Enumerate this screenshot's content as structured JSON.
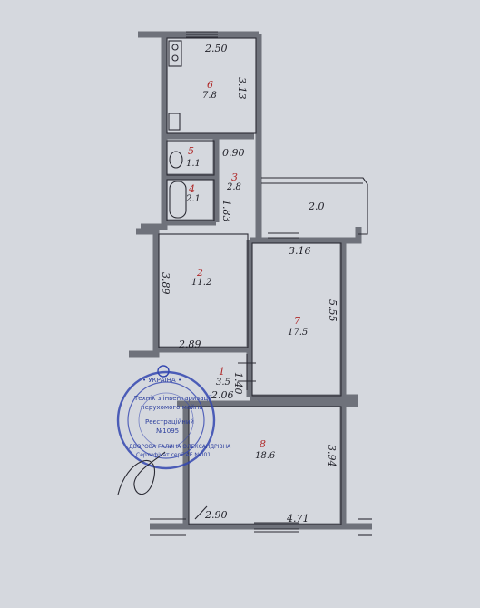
{
  "rooms": [
    {
      "num": "6",
      "area": "7.8"
    },
    {
      "num": "5",
      "area": "1.1"
    },
    {
      "num": "4",
      "area": "2.1"
    },
    {
      "num": "3",
      "area": "2.8"
    },
    {
      "num": "2",
      "area": "11.2"
    },
    {
      "num": "7",
      "area": "17.5"
    },
    {
      "num": "1",
      "area": "3.5"
    },
    {
      "num": "8",
      "area": "18.6"
    }
  ],
  "dimensions": {
    "kitchen_width": "2.50",
    "kitchen_length": "3.13",
    "wc_width": "0.90",
    "balcony": "2.0",
    "corridor_len": "1.83",
    "room2_height": "3.89",
    "room2_width": "2.89",
    "room7_width": "3.16",
    "room7_height": "5.55",
    "hall_width": "2.06",
    "hall_len": "1.40",
    "room8_height": "3.94",
    "room8_left": "2.90",
    "room8_width": "4.71"
  },
  "stamp": {
    "center_line1": "Технік з інвентаризації",
    "center_line2": "нерухомого майна",
    "reg_label": "Реєстраційний",
    "reg_no": "№1095",
    "ring_top": "• УКРАЇНА •",
    "name": "ДВОРОВА ГАЛИНА ОЛЕКСАНДРІВНА",
    "cert": "Сертифікат серії АЕ №001"
  },
  "colors": {
    "wall": "#7c7f88",
    "line": "#2a2a33",
    "stamp": "#2d3f9e"
  }
}
